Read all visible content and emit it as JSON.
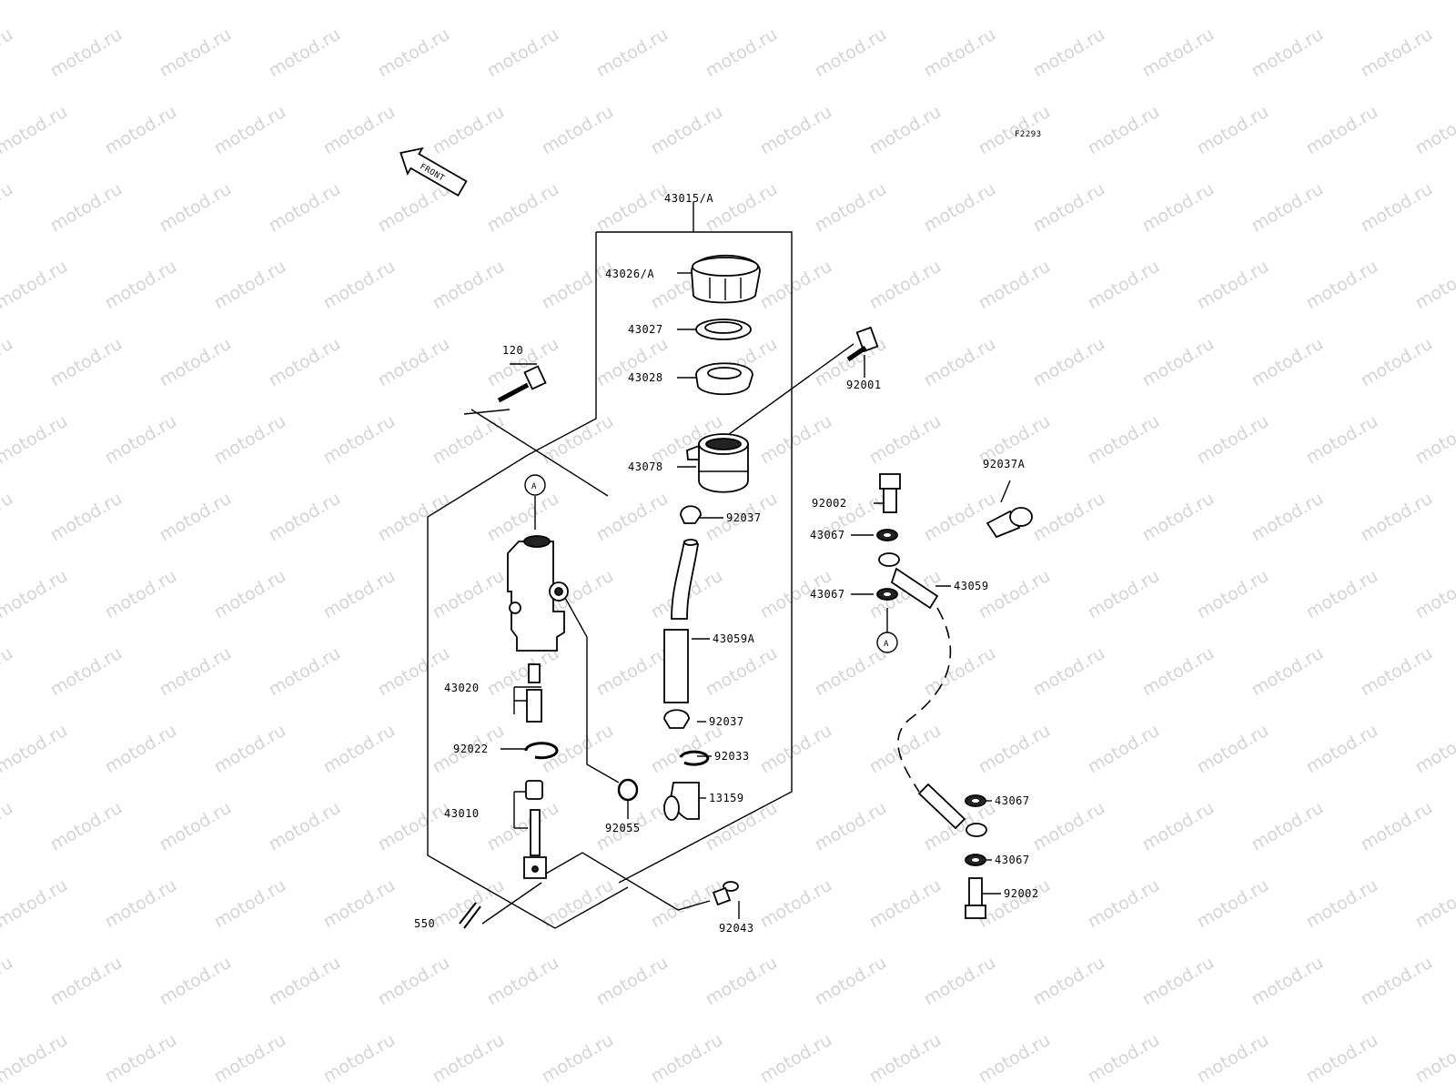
{
  "figure_code": "F2293",
  "front_label": "FRONT",
  "watermark": "motod.ru",
  "reference_marker": "A",
  "callouts": {
    "c43015A": "43015/A",
    "c43026A": "43026/A",
    "c43027": "43027",
    "c43028": "43028",
    "c43078": "43078",
    "c92037_top": "92037",
    "c43059A": "43059A",
    "c92037_bot": "92037",
    "c92033": "92033",
    "c13159": "13159",
    "c92055": "92055",
    "c92043": "92043",
    "c120": "120",
    "c43020": "43020",
    "c92022": "92022",
    "c43010": "43010",
    "c550": "550",
    "c92001": "92001",
    "c92002_top": "92002",
    "c43067_a": "43067",
    "c43067_b": "43067",
    "c43059": "43059",
    "c92037A": "92037A",
    "c43067_c": "43067",
    "c43067_d": "43067",
    "c92002_bot": "92002"
  }
}
